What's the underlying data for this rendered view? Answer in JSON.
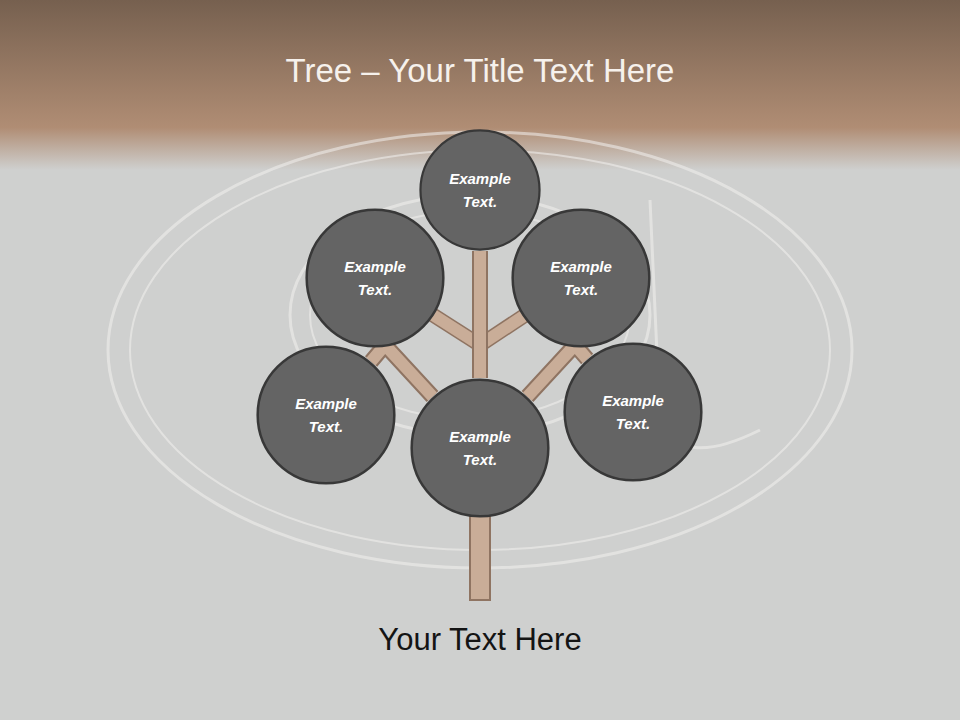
{
  "diagram": {
    "title": "Tree – Your Title Text Here",
    "caption": "Your Text Here",
    "nodes": [
      {
        "text": [
          "Example Text."
        ]
      },
      {
        "text": [
          "Example Text."
        ]
      },
      {
        "text": [
          "Example Text."
        ]
      },
      {
        "text": [
          "Example Text."
        ]
      },
      {
        "text": [
          "Example Text."
        ]
      },
      {
        "text": [
          "Example Text."
        ]
      }
    ],
    "edges": [
      {
        "from": 5,
        "to": 0,
        "arrow": "none"
      },
      {
        "from": 5,
        "to": 3,
        "arrow": "none"
      },
      {
        "from": 5,
        "to": 4,
        "arrow": "none"
      }
    ]
  }
}
